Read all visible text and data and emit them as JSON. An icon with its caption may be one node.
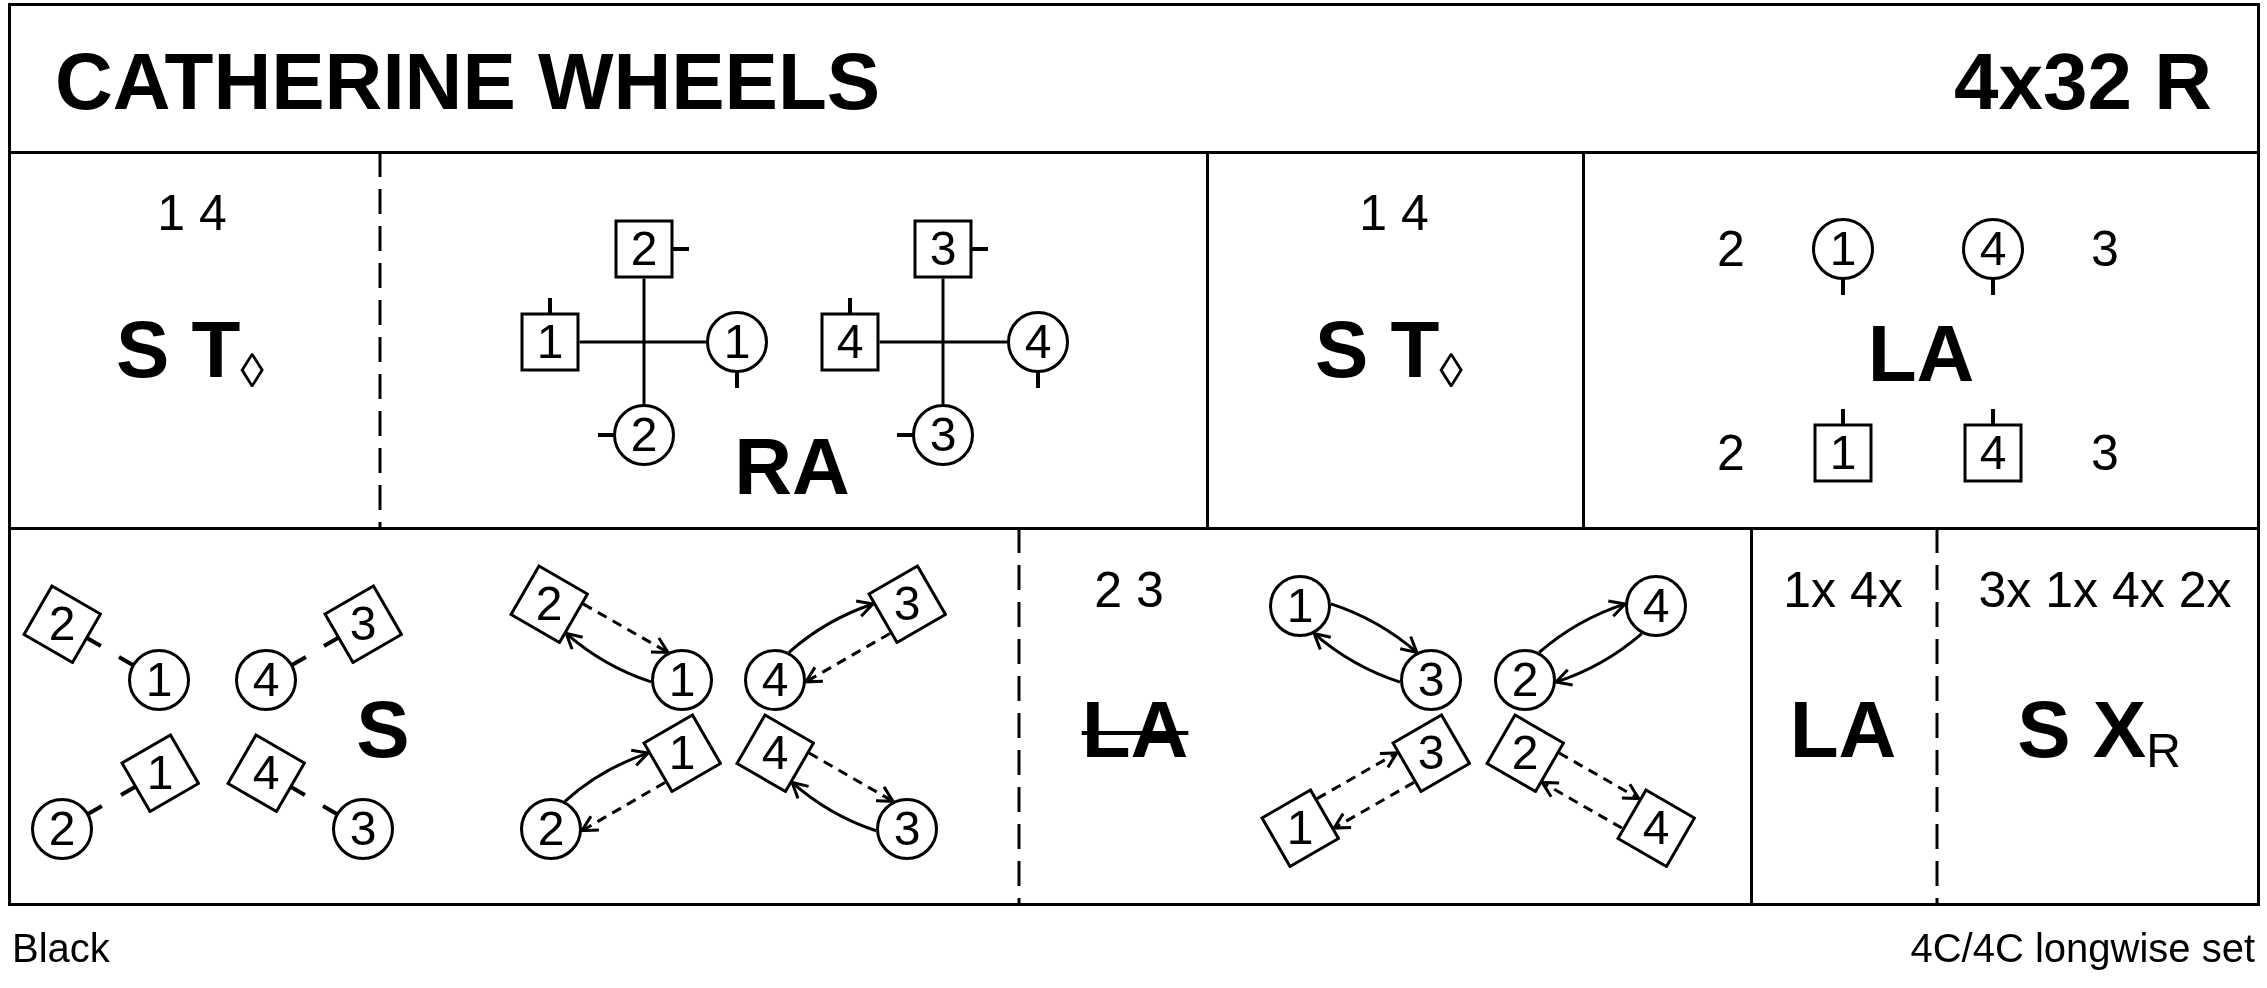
{
  "diagram": {
    "title": "CATHERINE WHEELS",
    "nodes": [
      {
        "text": [
          "1 4",
          "S T$_{◊}$"
        ]
      },
      {
        "text": [
          "RA"
        ]
      },
      {
        "text": [
          "2"
        ],
        "in": 1
      },
      {
        "text": [
          "3"
        ],
        "in": 1
      },
      {
        "text": [
          "1"
        ],
        "in": 1
      },
      {
        "text": [
          "1"
        ],
        "in": 1
      },
      {
        "text": [
          "4"
        ],
        "in": 1
      },
      {
        "text": [
          "4"
        ],
        "in": 1
      },
      {
        "text": [
          "2"
        ],
        "in": 1
      },
      {
        "text": [
          "3"
        ],
        "in": 1
      },
      {
        "text": [
          "1 4",
          "S T$_{◊}$"
        ]
      },
      {
        "text": [
          "2",
          "3",
          "LA",
          "2",
          "3"
        ]
      },
      {
        "text": [
          "1"
        ],
        "in": 11
      },
      {
        "text": [
          "4"
        ],
        "in": 11
      },
      {
        "text": [
          "1"
        ],
        "in": 11
      },
      {
        "text": [
          "4"
        ],
        "in": 11
      },
      {
        "text": [
          "S"
        ]
      },
      {
        "text": [
          "2"
        ],
        "in": 16
      },
      {
        "text": [
          "3"
        ],
        "in": 16
      },
      {
        "text": [
          "1"
        ],
        "in": 16
      },
      {
        "text": [
          "4"
        ],
        "in": 16
      },
      {
        "text": [
          "1"
        ],
        "in": 16
      },
      {
        "text": [
          "4"
        ],
        "in": 16
      },
      {
        "text": [
          "2"
        ],
        "in": 16
      },
      {
        "text": [
          "3"
        ],
        "in": 16
      },
      {
        "text": [
          "2"
        ],
        "in": 16
      },
      {
        "text": [
          "3"
        ],
        "in": 16
      },
      {
        "text": [
          "1"
        ],
        "in": 16
      },
      {
        "text": [
          "4"
        ],
        "in": 16
      },
      {
        "text": [
          "1"
        ],
        "in": 16
      },
      {
        "text": [
          "4"
        ],
        "in": 16
      },
      {
        "text": [
          "2"
        ],
        "in": 16
      },
      {
        "text": [
          "3"
        ],
        "in": 16
      },
      {
        "text": [
          "2 3",
          "LA"
        ]
      },
      {
        "text": [
          "1"
        ],
        "in": 33
      },
      {
        "text": [
          "4"
        ],
        "in": 33
      },
      {
        "text": [
          "3"
        ],
        "in": 33
      },
      {
        "text": [
          "2"
        ],
        "in": 33
      },
      {
        "text": [
          "3"
        ],
        "in": 33
      },
      {
        "text": [
          "2"
        ],
        "in": 33
      },
      {
        "text": [
          "1"
        ],
        "in": 33
      },
      {
        "text": [
          "4"
        ],
        "in": 33
      },
      {
        "text": [
          "1x 4x",
          "LA"
        ]
      },
      {
        "text": [
          "3x 1x 4x 2x",
          "S X$_{R}$"
        ]
      }
    ],
    "edges": [
      {
        "from": 4,
        "to": 5,
        "arrow": "none"
      },
      {
        "from": 2,
        "to": 8,
        "arrow": "none"
      },
      {
        "from": 6,
        "to": 7,
        "arrow": "none"
      },
      {
        "from": 3,
        "to": 9,
        "arrow": "none"
      },
      {
        "from": 25,
        "to": 27,
        "arrow": "to",
        "style": "dashed"
      },
      {
        "from": 26,
        "to": 28,
        "arrow": "to",
        "style": "dashed"
      },
      {
        "from": 27,
        "to": 25,
        "arrow": "to"
      },
      {
        "from": 28,
        "to": 26,
        "arrow": "to"
      },
      {
        "from": 29,
        "to": 31,
        "arrow": "to",
        "style": "dashed"
      },
      {
        "from": 30,
        "to": 32,
        "arrow": "to",
        "style": "dashed"
      },
      {
        "from": 31,
        "to": 29,
        "arrow": "to"
      },
      {
        "from": 32,
        "to": 30,
        "arrow": "to"
      },
      {
        "from": 34,
        "to": 36,
        "arrow": "to"
      },
      {
        "from": 35,
        "to": 37,
        "arrow": "to"
      },
      {
        "from": 36,
        "to": 34,
        "arrow": "to"
      },
      {
        "from": 37,
        "to": 35,
        "arrow": "to"
      },
      {
        "from": 38,
        "to": 40,
        "arrow": "to",
        "style": "dashed"
      },
      {
        "from": 39,
        "to": 41,
        "arrow": "to",
        "style": "dashed"
      },
      {
        "from": 40,
        "to": 38,
        "arrow": "to",
        "style": "dashed"
      },
      {
        "from": 41,
        "to": 39,
        "arrow": "to",
        "style": "dashed"
      }
    ],
    "labels": [
      "4x32 R",
      "Black",
      "4C/4C longwise set"
    ]
  }
}
